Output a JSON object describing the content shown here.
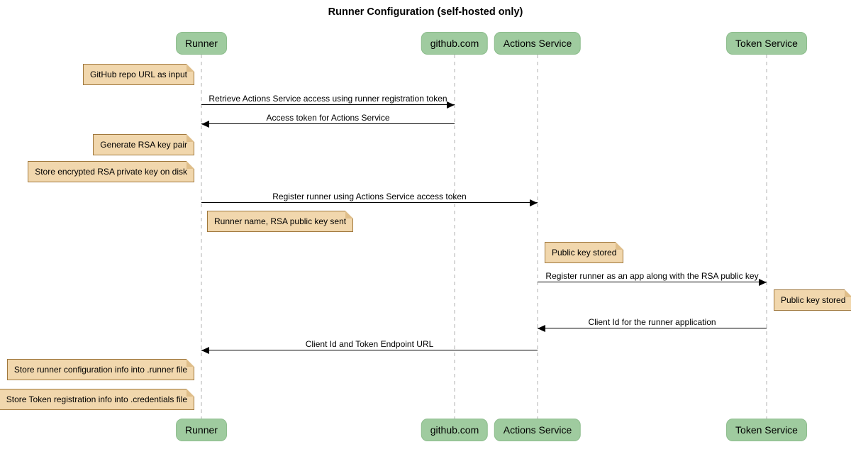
{
  "title": "Runner Configuration (self-hosted only)",
  "actors": [
    {
      "label": "Runner"
    },
    {
      "label": "github.com"
    },
    {
      "label": "Actions Service"
    },
    {
      "label": "Token Service"
    }
  ],
  "messages": [
    {
      "from": "Runner",
      "to": "github.com",
      "direction": "right",
      "text": "Retrieve Actions Service access using runner registration token"
    },
    {
      "from": "github.com",
      "to": "Runner",
      "direction": "left",
      "text": "Access token for Actions Service"
    },
    {
      "from": "Runner",
      "to": "Actions Service",
      "direction": "right",
      "text": "Register runner using Actions Service access token"
    },
    {
      "from": "Actions Service",
      "to": "Token Service",
      "direction": "right",
      "text": "Register runner as an app along with the RSA public key"
    },
    {
      "from": "Token Service",
      "to": "Actions Service",
      "direction": "left",
      "text": "Client Id for the runner application"
    },
    {
      "from": "Actions Service",
      "to": "Runner",
      "direction": "left",
      "text": "Client Id and Token Endpoint URL"
    }
  ],
  "notes": [
    {
      "anchor": "left of Runner",
      "text": "GitHub repo URL as input"
    },
    {
      "anchor": "left of Runner",
      "text": "Generate RSA key pair"
    },
    {
      "anchor": "left of Runner",
      "text": "Store encrypted RSA private key on disk"
    },
    {
      "anchor": "right of Runner",
      "text": "Runner name, RSA public key sent"
    },
    {
      "anchor": "right of Actions Service",
      "text": "Public key stored"
    },
    {
      "anchor": "right of Token Service",
      "text": "Public key stored"
    },
    {
      "anchor": "left of Runner",
      "text": "Store runner configuration info into .runner file"
    },
    {
      "anchor": "left of Runner",
      "text": "Store Token registration info into .credentials file"
    }
  ],
  "colors": {
    "actor-fill": "#9fcb9f",
    "actor-border": "#8dbd8d",
    "note-fill": "#f1d7ad",
    "note-border": "#a0783d",
    "note-fold": "#dfbe8a",
    "lifeline": "#d8d8d8",
    "ink": "#000000"
  }
}
